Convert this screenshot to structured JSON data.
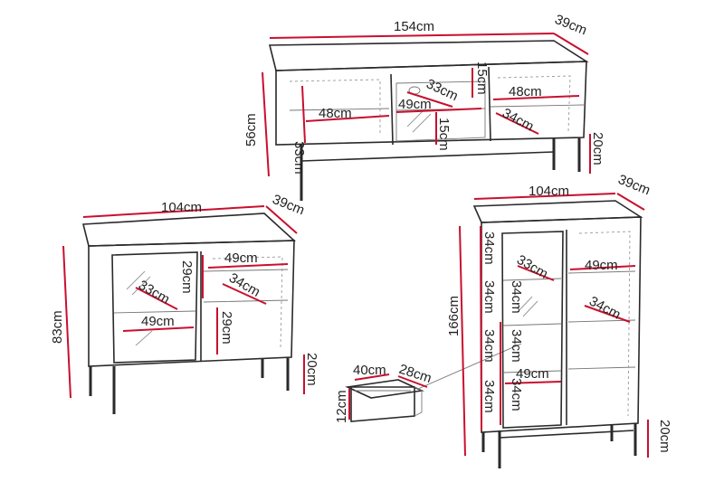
{
  "tv_unit": {
    "width": "154cm",
    "depth": "39cm",
    "height": "56cm",
    "left_shelf_height": "33cm",
    "left_shelf_width": "48cm",
    "center_width": "49cm",
    "center_depth": "33cm",
    "center_top_height": "15cm",
    "center_bottom_height": "15cm",
    "right_shelf_width": "48cm",
    "right_depth": "34cm",
    "leg_height": "20cm"
  },
  "sideboard": {
    "width": "104cm",
    "depth": "39cm",
    "height": "83cm",
    "glass_depth": "33cm",
    "glass_width": "49cm",
    "right_top_width": "49cm",
    "right_top_height": "29cm",
    "right_depth": "34cm",
    "right_bottom_height": "29cm",
    "leg_height": "20cm"
  },
  "drawer": {
    "width": "40cm",
    "depth": "28cm",
    "height": "12cm"
  },
  "vitrine": {
    "width": "104cm",
    "depth": "39cm",
    "height": "166cm",
    "shelf_heights": [
      "34cm",
      "34cm",
      "34cm",
      "34cm"
    ],
    "inner_shelf_heights": [
      "34cm",
      "34cm",
      "34cm"
    ],
    "glass_depth": "33cm",
    "right_width": "49cm",
    "right_depth": "34cm",
    "bottom_width": "49cm",
    "leg_height": "20cm"
  },
  "colors": {
    "dimension_line": "#c8102e",
    "outline": "#2a2a2a"
  }
}
